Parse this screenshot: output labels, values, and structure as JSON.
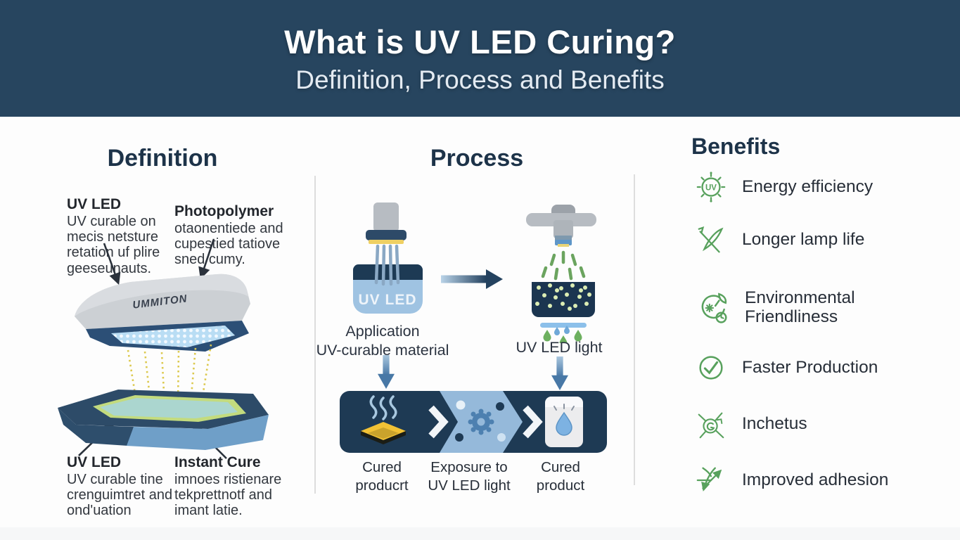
{
  "header": {
    "title": "What is UV LED Curing?",
    "subtitle": "Definition, Process and Benefits"
  },
  "definition": {
    "heading": "Definition",
    "device_logo": "UMMITON",
    "annotations": {
      "top_left": {
        "title": "UV LED",
        "lines": [
          "UV curable on",
          "mecis netsture",
          "retation uf plire",
          "geeseunauts."
        ]
      },
      "top_right": {
        "title": "Photopolymer",
        "lines": [
          "otaonentiede and",
          "cupestied tatiove",
          "sned cumy."
        ]
      },
      "bottom_left": {
        "title": "UV LED",
        "lines": [
          "UV curable tine",
          "crenguimtret and",
          "ond'uation"
        ]
      },
      "bottom_right": {
        "title": "Instant Cure",
        "lines": [
          "imnoes ristienare",
          "tekprettnotf and",
          "imant latie."
        ]
      }
    }
  },
  "process": {
    "heading": "Process",
    "device_label": "UV LED",
    "app_label": [
      "Application",
      "UV-curable material"
    ],
    "light_label": "UV LED light",
    "steps": [
      [
        "Cured",
        "producrt"
      ],
      [
        "Exposure to",
        "UV LED light"
      ],
      [
        "Cured",
        "product"
      ]
    ]
  },
  "benefits": {
    "heading": "Benefits",
    "uv_badge_text": "UV",
    "items": [
      {
        "icon": "uv-badge-icon",
        "label": "Energy efficiency"
      },
      {
        "icon": "crossed-tools-icon",
        "label": "Longer lamp life"
      },
      {
        "icon": "eco-leaf-clock-icon",
        "label": [
          "Environmental",
          "Friendliness"
        ]
      },
      {
        "icon": "check-circle-icon",
        "label": "Faster Production"
      },
      {
        "icon": "crossed-lines-lens-icon",
        "label": "Inchetus"
      },
      {
        "icon": "crossed-arrows-icon",
        "label": "Improved adhesion"
      }
    ]
  },
  "colors": {
    "header_bg": "#27455f",
    "heading_navy": "#1d3349",
    "panel_navy": "#1e3a54",
    "light_blue": "#9fc3e2",
    "green": "#58a15d",
    "yellow": "#f2c235"
  }
}
